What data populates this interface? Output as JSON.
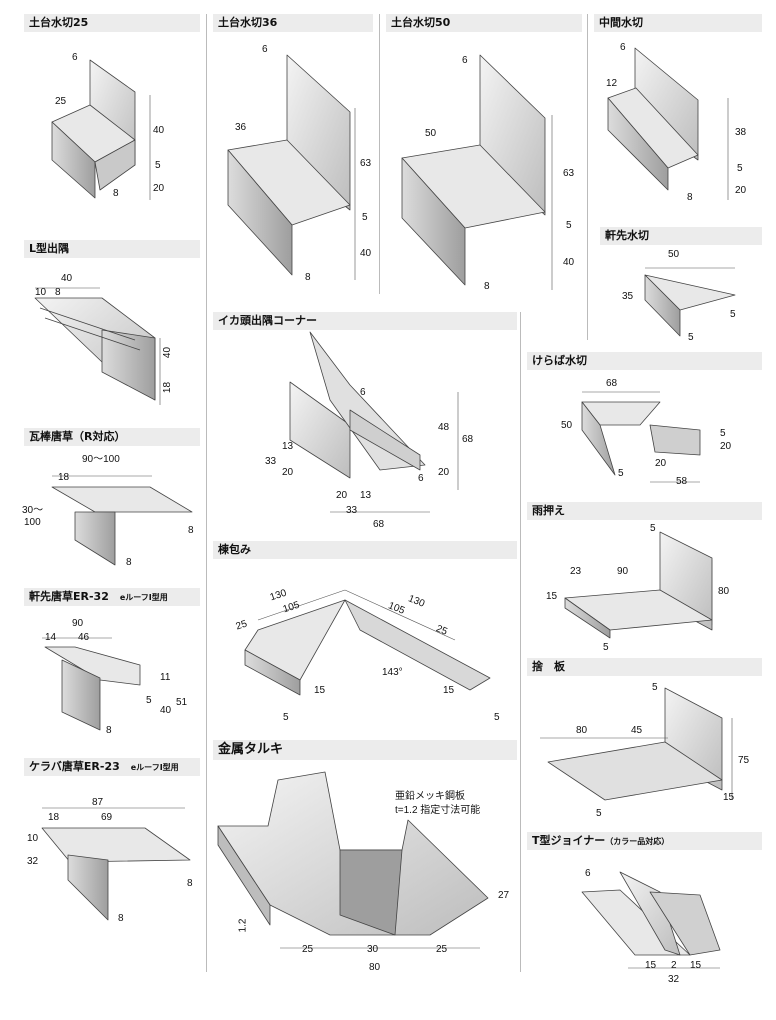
{
  "sections": [
    {
      "title": "土台水切25",
      "dims": [
        "6",
        "25",
        "40",
        "5",
        "20",
        "8"
      ]
    },
    {
      "title": "土台水切36",
      "dims": [
        "6",
        "36",
        "63",
        "5",
        "40",
        "8"
      ]
    },
    {
      "title": "土台水切50",
      "dims": [
        "6",
        "50",
        "63",
        "5",
        "40",
        "8"
      ]
    },
    {
      "title": "中間水切",
      "dims": [
        "6",
        "12",
        "38",
        "5",
        "20",
        "8"
      ]
    },
    {
      "title": "軒先水切",
      "dims": [
        "50",
        "35",
        "5",
        "5"
      ]
    },
    {
      "title": "L型出隅",
      "dims": [
        "40",
        "10",
        "8",
        "40",
        "18"
      ]
    },
    {
      "title": "イカ頭出隅コーナー",
      "dims": [
        "6",
        "48",
        "68",
        "13",
        "33",
        "20",
        "20",
        "20",
        "13",
        "6",
        "33",
        "68"
      ]
    },
    {
      "title": "けらば水切",
      "dims": [
        "68",
        "50",
        "5",
        "20",
        "20",
        "5",
        "58"
      ]
    },
    {
      "title": "瓦棒唐草（R対応）",
      "dims": [
        "90〜100",
        "18",
        "30〜",
        "100",
        "8",
        "8"
      ]
    },
    {
      "title": "雨押え",
      "dims": [
        "5",
        "23",
        "90",
        "15",
        "80",
        "5"
      ]
    },
    {
      "title": "棟包み",
      "dims": [
        "130",
        "130",
        "105",
        "105",
        "25",
        "25",
        "143°",
        "15",
        "15",
        "5",
        "5"
      ]
    },
    {
      "title": "軒先唐草ER-32",
      "note": "eルーフI型用",
      "dims": [
        "90",
        "14",
        "46",
        "11",
        "5",
        "40",
        "51",
        "8"
      ]
    },
    {
      "title": "捨　板",
      "dims": [
        "5",
        "80",
        "45",
        "75",
        "15",
        "5"
      ]
    },
    {
      "title": "金属タルキ",
      "dims": [
        "27",
        "1.2",
        "25",
        "30",
        "25",
        "80"
      ],
      "notes": [
        "亜鉛メッキ鋼板",
        "t=1.2 指定寸法可能"
      ]
    },
    {
      "title": "ケラバ唐草ER-23",
      "note": "eルーフI型用",
      "dims": [
        "87",
        "18",
        "69",
        "10",
        "32",
        "8",
        "8"
      ]
    },
    {
      "title": "T型ジョイナー",
      "note": "（カラー品対応）",
      "dims": [
        "6",
        "15",
        "2",
        "15",
        "32"
      ]
    }
  ],
  "colors": {
    "header_bg": "#ececec",
    "metal_light": "#e6e6e6",
    "metal_mid": "#c9c9c9",
    "metal_dark": "#9a9a9a",
    "outline": "#444444"
  }
}
